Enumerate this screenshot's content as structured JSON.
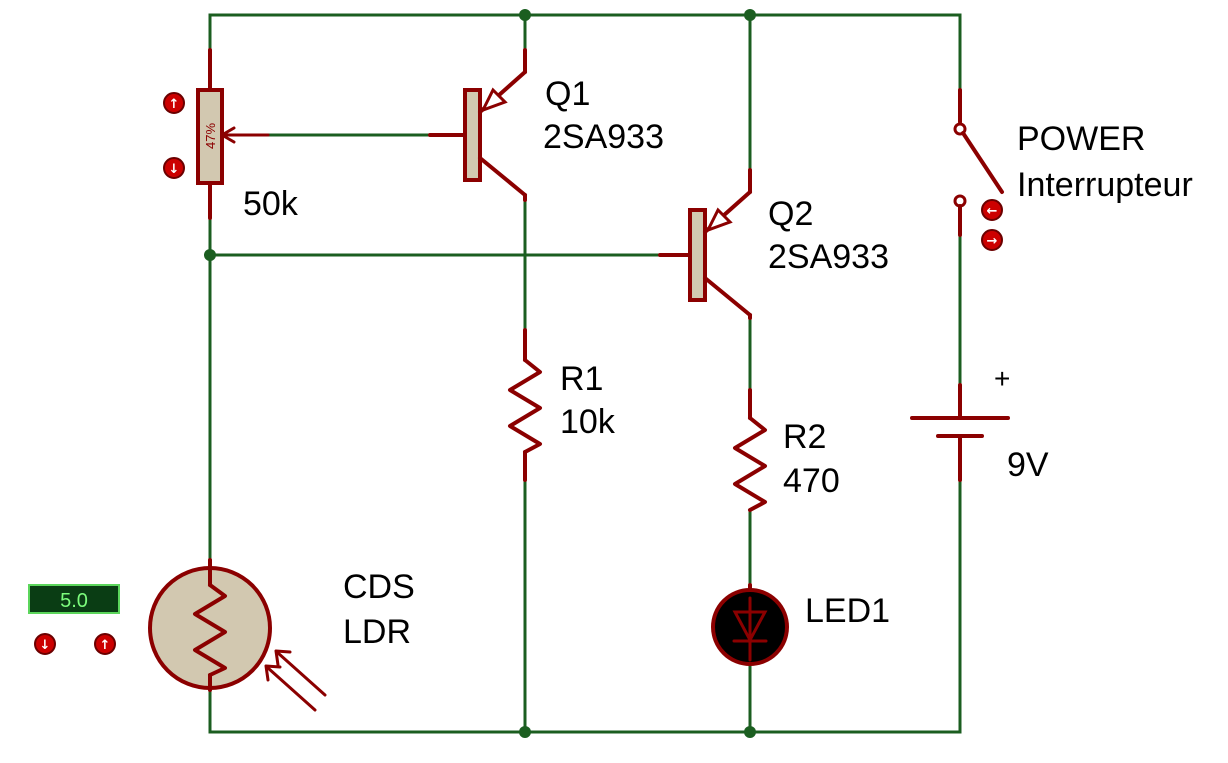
{
  "colors": {
    "wire": "#1b5e20",
    "component": "#8b0000",
    "body_fill": "#d2c8b0",
    "led_fill": "#000000",
    "button": "#cc0000"
  },
  "potentiometer": {
    "value": "50k",
    "wiper_text": "47%",
    "wiper_level_percent": 47,
    "up_icon": "arrow-up-icon",
    "down_icon": "arrow-down-icon"
  },
  "q1": {
    "ref": "Q1",
    "part": "2SA933"
  },
  "q2": {
    "ref": "Q2",
    "part": "2SA933"
  },
  "r1": {
    "ref": "R1",
    "value": "10k"
  },
  "r2": {
    "ref": "R2",
    "value": "470"
  },
  "switch": {
    "ref": "POWER",
    "type": "Interrupteur"
  },
  "battery": {
    "polarity": "+",
    "value": "9V"
  },
  "ldr": {
    "ref": "CDS",
    "type": "LDR",
    "display_value": "5.0"
  },
  "led": {
    "ref": "LED1"
  }
}
